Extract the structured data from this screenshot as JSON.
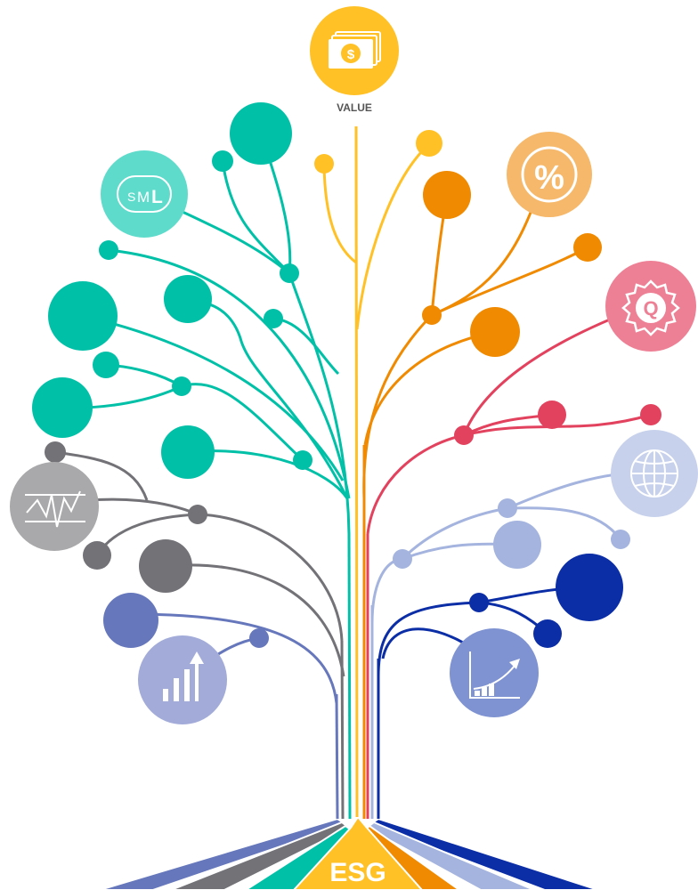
{
  "top_label": "VALUE",
  "root_label": "ESG",
  "colors": {
    "yellow": "#FFC125",
    "teal": "#00C0A8",
    "teal_light": "#5FDBCB",
    "orange": "#F08A00",
    "orange_light": "#F6B86A",
    "red": "#E3425E",
    "pink": "#EE8096",
    "gray": "#727277",
    "gray_light": "#A9A9AB",
    "blue_light": "#A4B4DE",
    "blue_pale": "#C7D1EC",
    "navy": "#0B2DA6",
    "indigo": "#6677BB",
    "periwinkle": "#A3ACD9",
    "mid_blue": "#7F93D2"
  },
  "icons": {
    "value": "money-icon",
    "size": "size-sml-icon",
    "yield": "percent-icon",
    "quality": "quality-badge-icon",
    "volatility": "volatility-chart-icon",
    "momentum": "bar-arrow-icon",
    "global": "globe-icon",
    "growth": "growth-chart-icon"
  },
  "icon_text": {
    "size_s": "S",
    "size_m": "M",
    "size_l": "L",
    "dollar": "$",
    "percent": "%",
    "quality": "Q"
  }
}
